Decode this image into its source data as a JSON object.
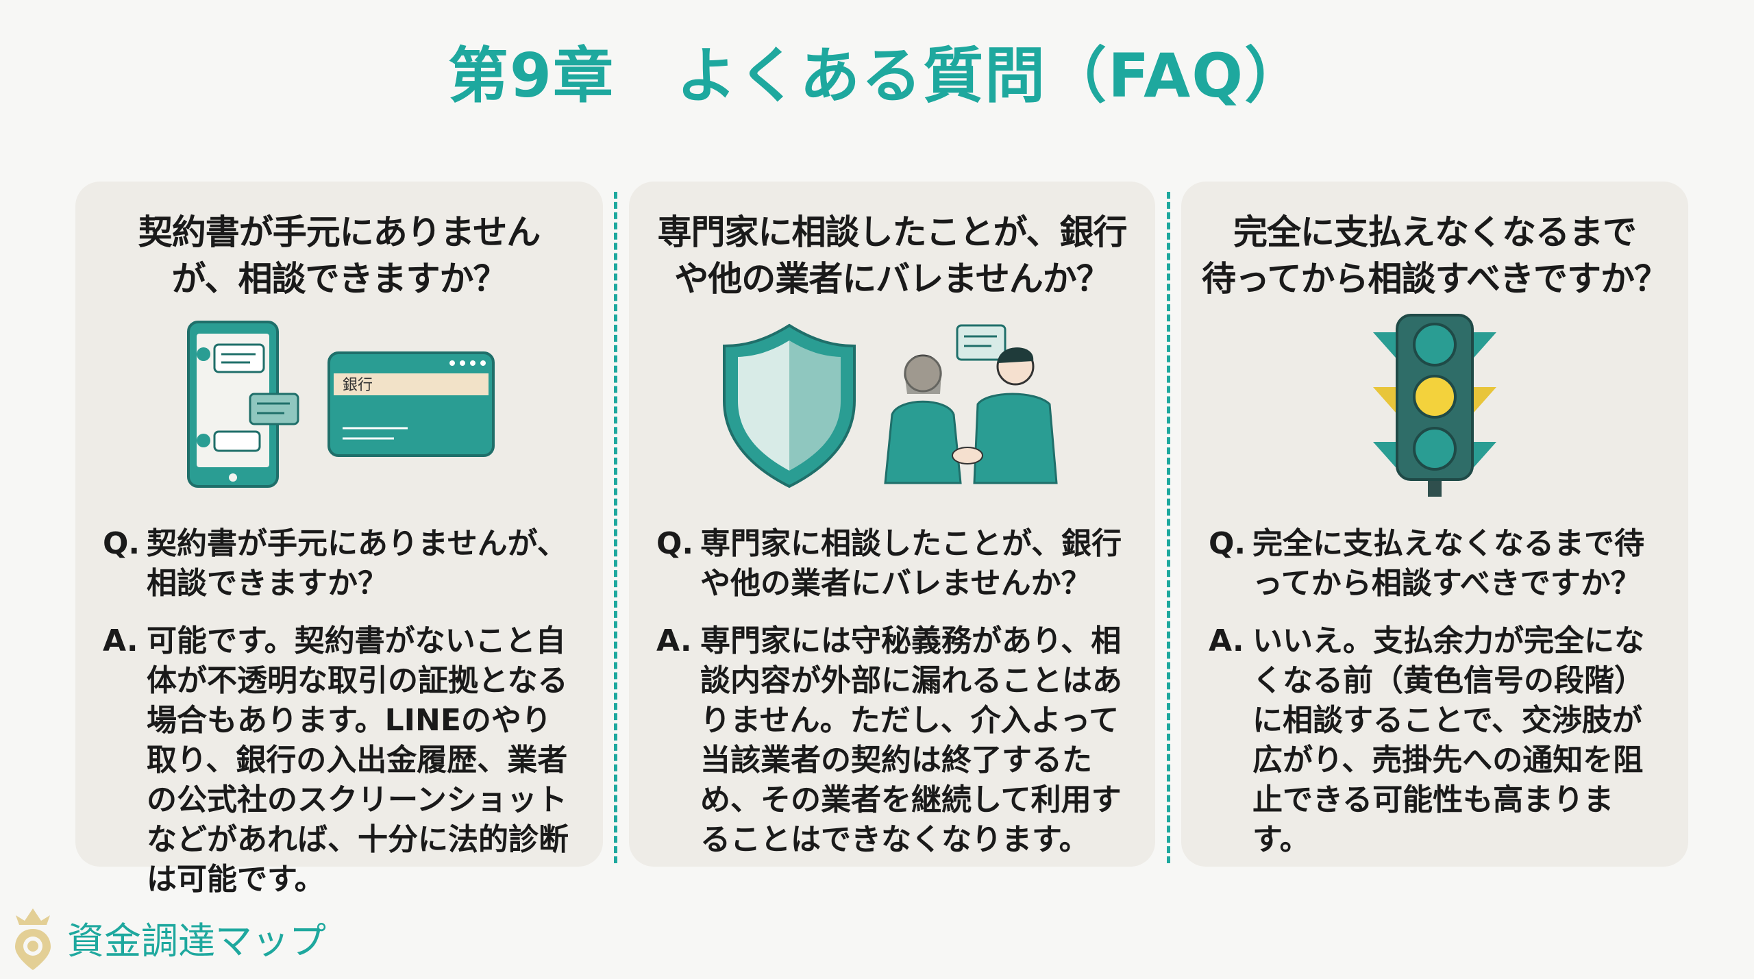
{
  "title": "第9章　よくある質問（FAQ）",
  "colors": {
    "accent": "#1ea89e",
    "card": "#eeece7",
    "logo_gold": "#e3cf95"
  },
  "cards": [
    {
      "heading": [
        "契約書が手元にありません",
        "が、相談できますか？"
      ],
      "illustration": "phone-chat-and-bank-card",
      "bank_label": "銀行",
      "q_prefix": "Q.",
      "question": "契約書が手元にありませんが、相談できますか？",
      "a_prefix": "A.",
      "answer": "可能です。契約書がないこと自体が不透明な取引の証拠となる場合もあります。LINEのやり取り、銀行の入出金履歴、業者の公式社のスクリーンショットなどがあれば、十分に法的診断は可能です。"
    },
    {
      "heading": [
        "専門家に相談したことが、銀行",
        "や他の業者にバレませんか？"
      ],
      "illustration": "shield-and-handshake",
      "q_prefix": "Q.",
      "question": "専門家に相談したことが、銀行や他の業者にバレませんか？",
      "a_prefix": "A.",
      "answer": "専門家には守秘義務があり、相談内容が外部に漏れることはありません。ただし、介入よって当該業者の契約は終了するため、その業者を継続して利用することはできなくなります。"
    },
    {
      "heading": [
        "完全に支払えなくなるまで",
        "待ってから相談すべきですか？"
      ],
      "illustration": "traffic-light-yellow",
      "q_prefix": "Q.",
      "question": "完全に支払えなくなるまで待ってから相談すべきですか？",
      "a_prefix": "A.",
      "answer": "いいえ。支払余力が完全になくなる前（黄色信号の段階）に相談することで、交渉肢が広がり、売掛先への通知を阻止できる可能性も高まります。"
    }
  ],
  "logo": {
    "text": "資金調達マップ",
    "icon": "crown-pin-icon"
  }
}
